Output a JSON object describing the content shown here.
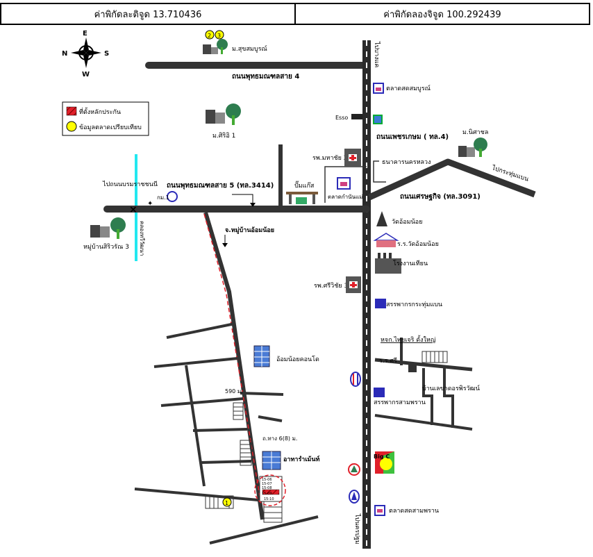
{
  "coords": {
    "lat_label": "ค่าพิกัดละติจูด 13.710436",
    "lon_label": "ค่าพิกัดลองจิจูด 100.292439"
  },
  "compass": {
    "n": "N",
    "e": "E",
    "s": "S",
    "w": "W"
  },
  "legend": {
    "items": [
      {
        "label": "ที่ตั้งหลักประกัน",
        "color": "#e0202a"
      },
      {
        "label": "ข้อมูลตลาดเปรียบเทียบ",
        "color": "#ffff00"
      }
    ]
  },
  "roads": {
    "phutthamonthon4": "ถนนพุทธมณฑลสาย 4",
    "phutthamonthon5": "ถนนพุทธมณฑลสาย 5 (ทล.3414)",
    "phetkasem": "ถนนเพชรเกษม ( ทล.4)",
    "setthakit": "ถนนเศรษฐกิจ (ทล.3091)",
    "soi_mooban": "จ.หมู่บ้านอ้อมน้อย",
    "soi_tha_kham": "ถ.ทาง 6(8) ม.",
    "to_nakhon_pathom": "ไปนครปฐม",
    "to_bang_khae": "ไปบางแค",
    "to_krathum_baen": "ไปกระทุ่มแบน",
    "to_borommaratchachonnani": "ไปถนนบรมราชชนนี",
    "canal": "คลองทวีวัฒนา",
    "distance": "590 ม."
  },
  "places": {
    "suchonburi": "ม.สุขสมบูรณ์",
    "market_suchonburi": "ตลาดสดสมบูรณ์",
    "esso": "Esso",
    "siri1": "ม.ศิริอิ 1",
    "nisachol": "ม.นิศาชล",
    "hospital_mahachai2": "รพ.มหาชัย 2",
    "bank_nakhonluang": "ธนาคารนครหลวง",
    "gas_station": "ปั๊มแก๊ส",
    "market_kamnan": "ตลาดกำนันแม่",
    "km1": "กม.1",
    "wat_om_noi": "วัดอ้อมน้อย",
    "school_wat_om_noi": "ร.ร.วัดอ้อมน้อย",
    "factory": "โรงงานเทียน",
    "mooban_siriwan3": "หมู่บ้านสิริวรัณ 3",
    "hospital_siwit3": "รพ.ศรีวิชัย 3",
    "revenue_krathum": "สรรพากรกระทุ่มแบน",
    "condo": "อ้อมน้อยคอนโด",
    "college": "หจก.ไทยเจริ ดั้งใหญ่",
    "rest_label": "ร.ร.ศรี",
    "sub_district": "บ้านเลขาดอรพิรวัฒน์",
    "revenue_samphran": "สรรพากรสามพราน",
    "apartment": "อาทารำเม้นท์",
    "market_samphran": "ตลาดสดสามพราน",
    "bigc": "Big C"
  },
  "markers": {
    "cmp1": "1",
    "cmp2": "2",
    "cmp3": "3"
  },
  "lots": [
    "15-06",
    "15-07",
    "15-08",
    "15-09",
    "15-10"
  ]
}
